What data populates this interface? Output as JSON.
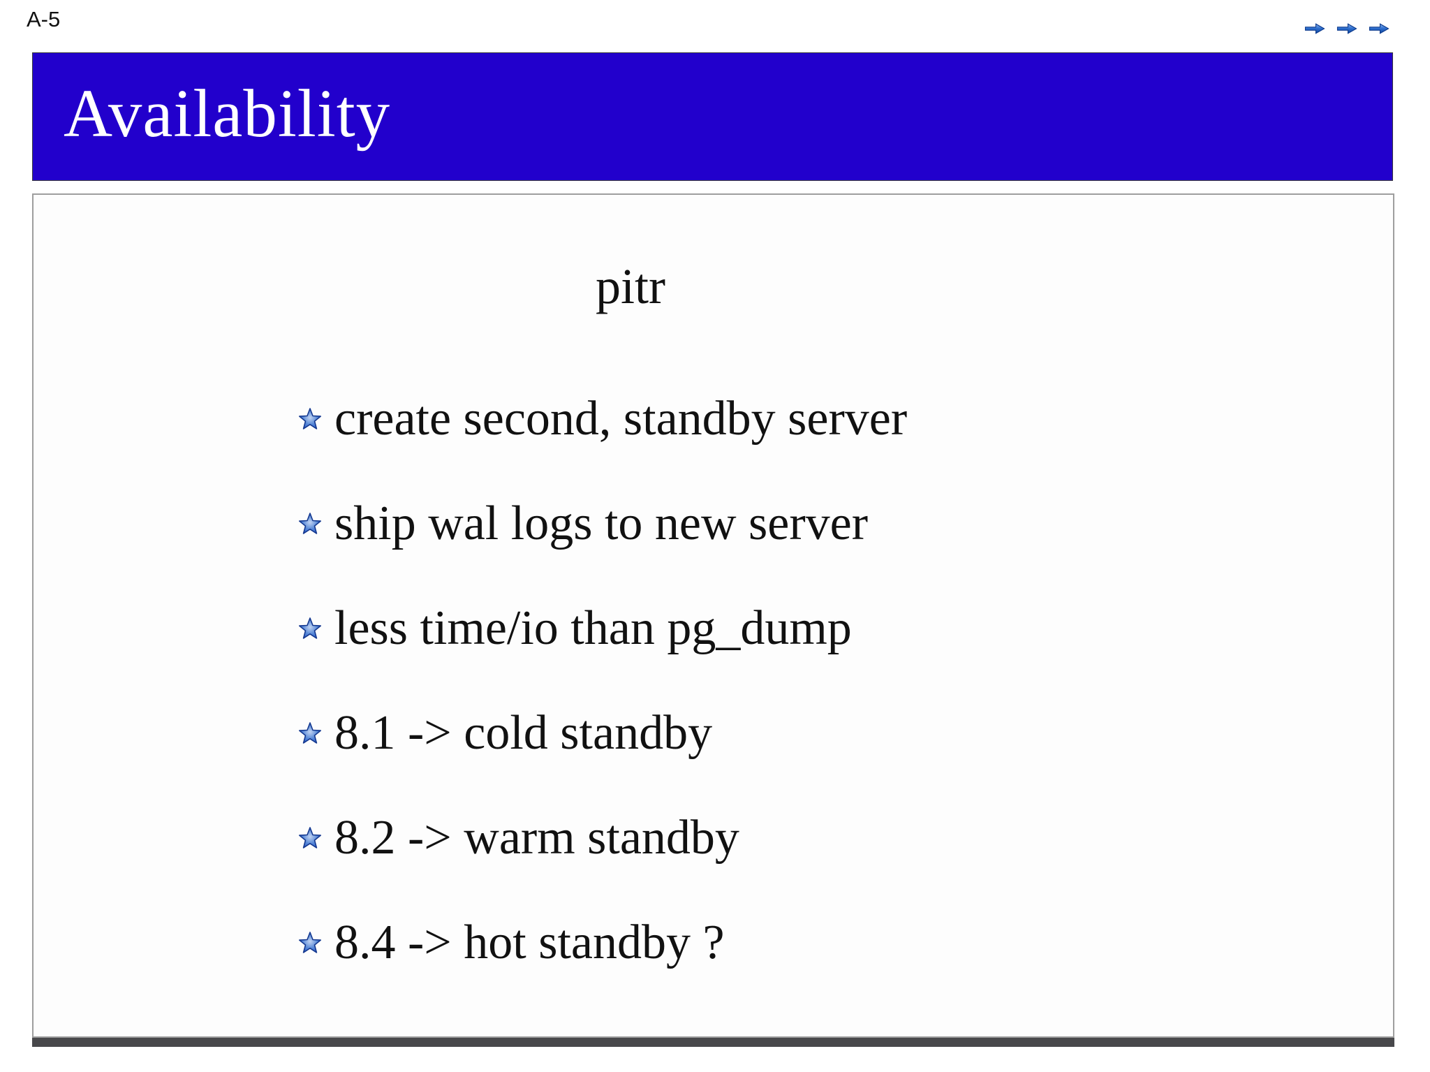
{
  "page": {
    "slide_number": "A-5"
  },
  "nav": {
    "arrow_count": 3,
    "arrow_meaning": "forward-navigation"
  },
  "header": {
    "title": "Availability"
  },
  "content": {
    "heading": "pitr",
    "bullets": [
      "create second, standby server",
      "ship wal logs to new server",
      "less time/io than pg_dump",
      "8.1 -> cold standby",
      "8.2 -> warm standby",
      "8.4 -> hot standby ?"
    ]
  },
  "icons": {
    "bullet": "star-bullet-icon",
    "nav": "forward-arrow-icon"
  },
  "colors": {
    "header_background": "#2200CC",
    "header_text": "#ffffff",
    "body_text": "#111111",
    "star_blue": "#2a5fd0",
    "arrow_blue": "#2b6ccc",
    "shadow_bar": "#48484b",
    "box_border": "#9e9e9e"
  }
}
